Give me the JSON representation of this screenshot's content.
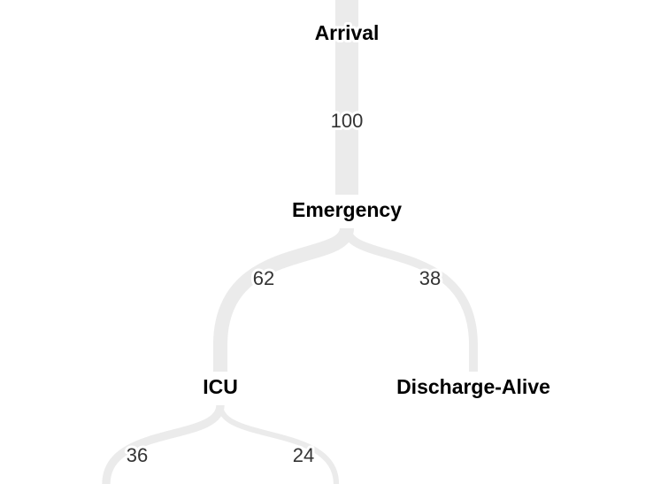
{
  "colors": {
    "link": "#ebebeb",
    "node_text": "#000000",
    "value_text": "#333333"
  },
  "nodes": [
    {
      "id": "arrival",
      "label": "Arrival"
    },
    {
      "id": "emergency",
      "label": "Emergency"
    },
    {
      "id": "icu",
      "label": "ICU"
    },
    {
      "id": "discharge_alive",
      "label": "Discharge-Alive"
    }
  ],
  "links": [
    {
      "source": "arrival",
      "target": "emergency",
      "value": 100
    },
    {
      "source": "emergency",
      "target": "icu",
      "value": 62
    },
    {
      "source": "emergency",
      "target": "discharge_alive",
      "value": 38
    },
    {
      "source": "icu",
      "target": "",
      "value": 36
    },
    {
      "source": "icu",
      "target": "",
      "value": 24
    }
  ]
}
